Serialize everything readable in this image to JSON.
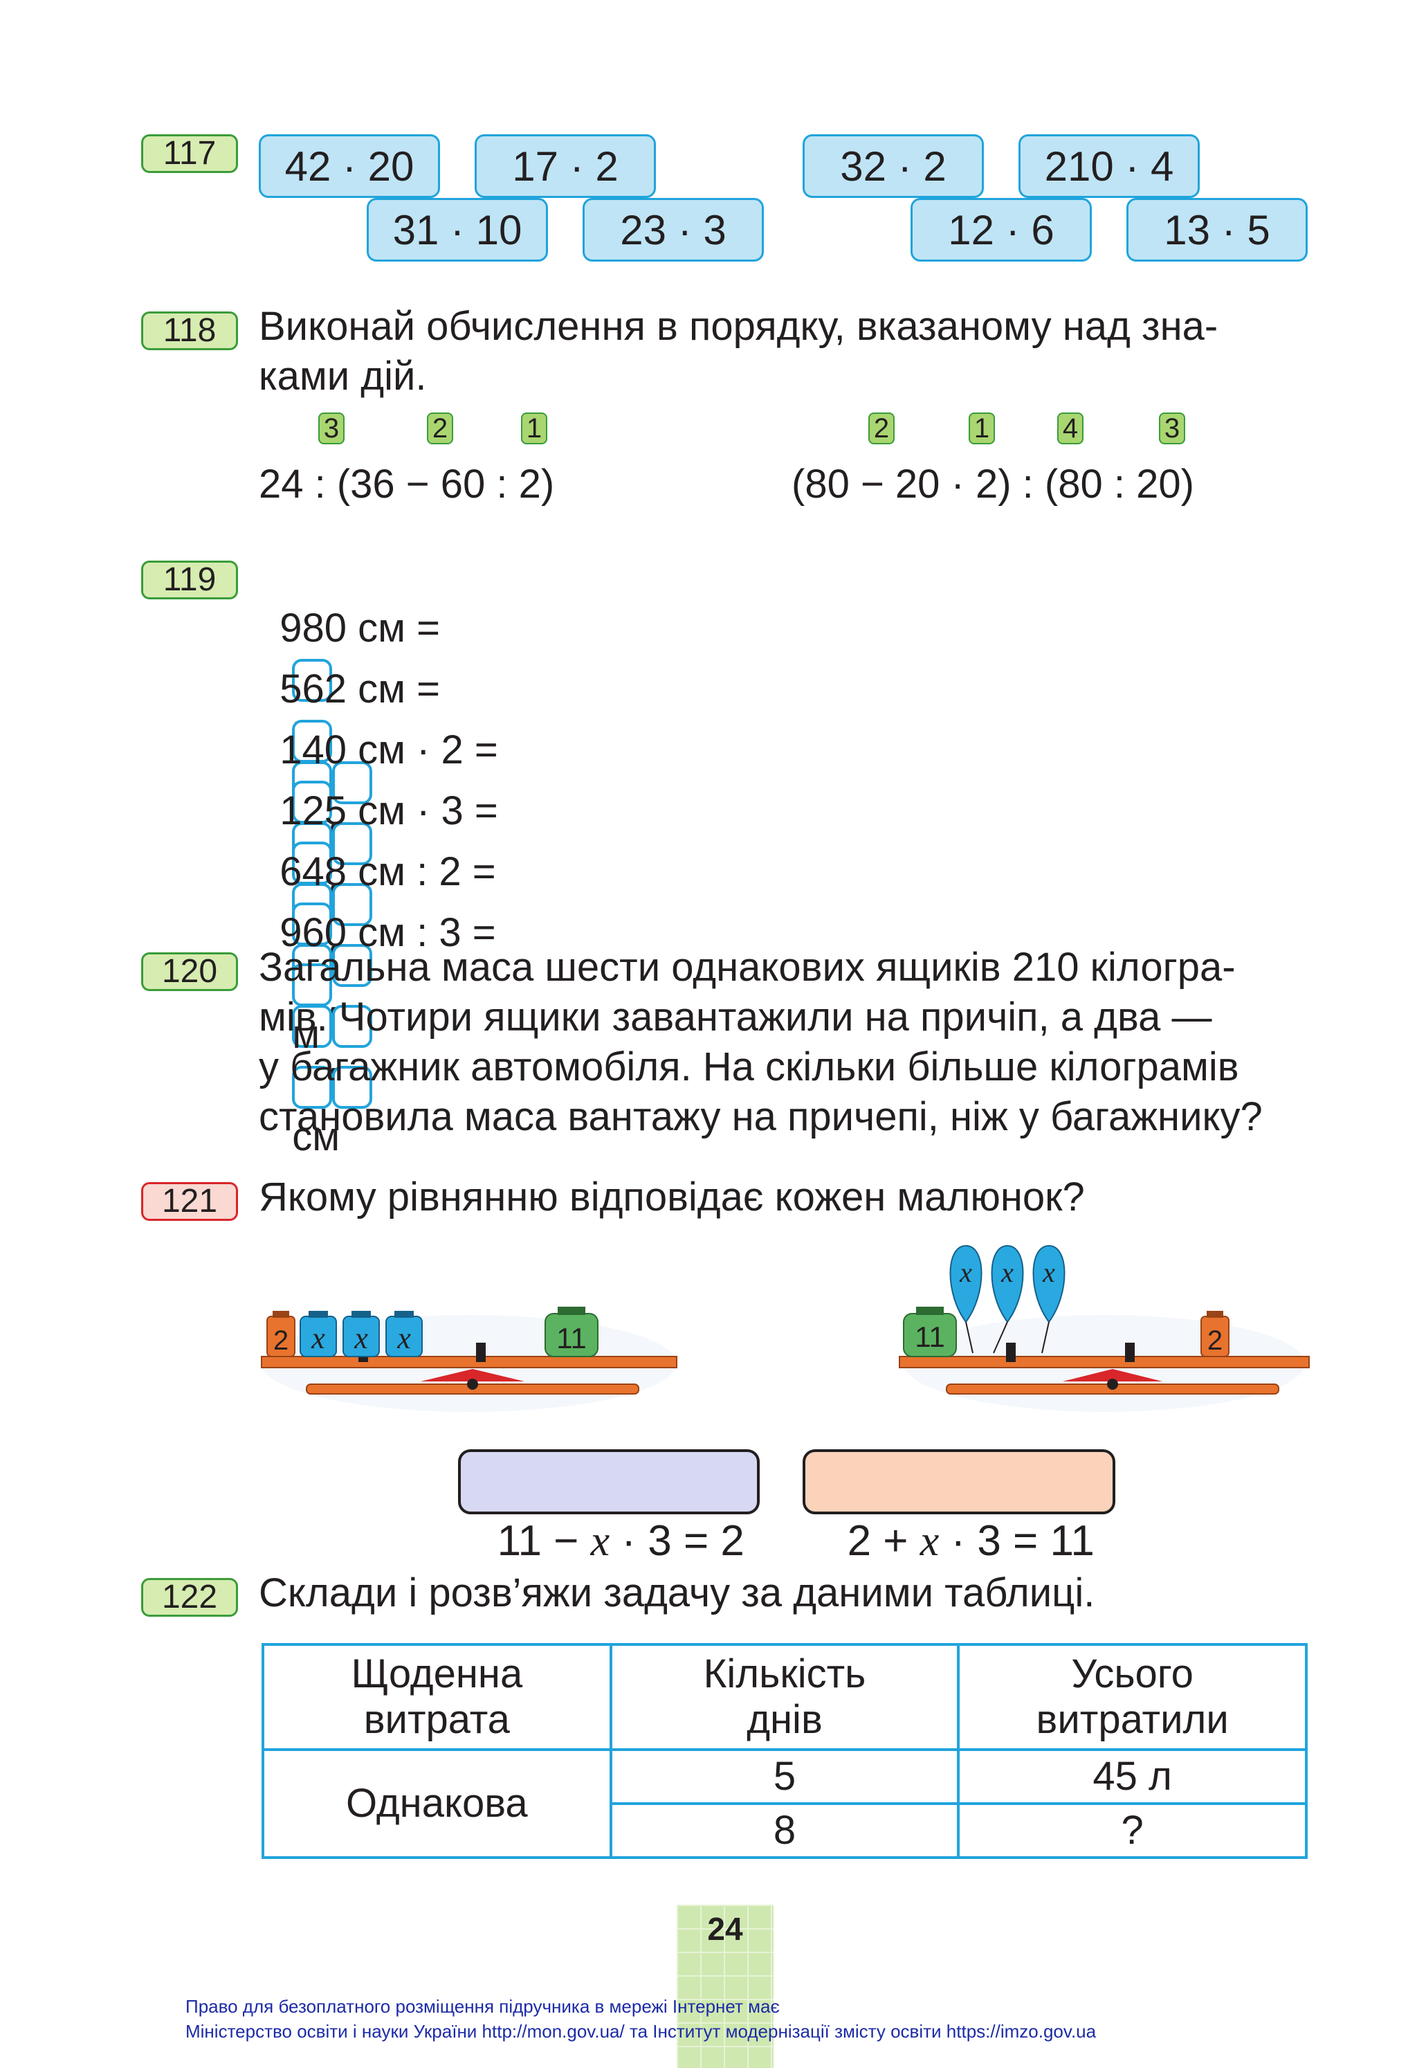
{
  "task117": {
    "num": "117",
    "expressions": [
      "42 · 20",
      "17 · 2",
      "31 · 10",
      "23 · 3",
      "32 · 2",
      "210 · 4",
      "12 · 6",
      "13 · 5"
    ]
  },
  "task118": {
    "num": "118",
    "line1": "Виконай обчислення в порядку, вказаному над зна-",
    "line2": "ками дій.",
    "expr1": {
      "text": "24 : (36 − 60 : 2)",
      "marks": [
        "3",
        "2",
        "1"
      ]
    },
    "expr2": {
      "text": "(80 − 20 · 2) : (80 : 20)",
      "marks": [
        "2",
        "1",
        "4",
        "3"
      ]
    }
  },
  "task119": {
    "num": "119",
    "unit_m": "м",
    "unit_cm": "см",
    "rows": [
      "980 см =",
      "562 см =",
      "140 см · 2 =",
      "125 см · 3 =",
      "648 см : 2 =",
      "960 см : 3 ="
    ]
  },
  "task120": {
    "num": "120",
    "lines": [
      "Загальна маса шести однакових ящиків 210 кілогра-",
      "мів. Чотири ящики завантажили на причіп, а два —",
      "у багажник автомобіля. На скільки більше кілограмів",
      "становила маса вантажу на причепі, ніж у багажнику?"
    ]
  },
  "task121": {
    "num": "121",
    "text": "Якому рівнянню відповідає кожен малюнок?",
    "scale1": {
      "left_weights": [
        "2",
        "x",
        "x",
        "x"
      ],
      "right_weight": "11"
    },
    "scale2": {
      "balloons": [
        "x",
        "x",
        "x"
      ],
      "left_weight": "11",
      "right_weight": "2"
    },
    "eq1": {
      "a": "11 − ",
      "x": "x",
      "b": " · 3 = 2"
    },
    "eq2": {
      "a": "2 + ",
      "x": "x",
      "b": " · 3 = 11"
    }
  },
  "task122": {
    "num": "122",
    "text": "Склади і розв’яжи задачу за даними таблиці.",
    "table": {
      "headers": [
        [
          "Щоденна",
          "витрата"
        ],
        [
          "Кількість",
          "днів"
        ],
        [
          "Усього",
          "витратили"
        ]
      ],
      "row_label": "Однакова",
      "rows": [
        [
          "5",
          "45 л"
        ],
        [
          "8",
          "?"
        ]
      ]
    }
  },
  "page_number": "24",
  "footer": {
    "line1": "Право для безоплатного розміщення підручника в мережі Інтернет має",
    "line2": "Міністерство освіти і науки України http://mon.gov.ua/ та Інститут модернізації змісту освіти https://imzo.gov.ua"
  }
}
